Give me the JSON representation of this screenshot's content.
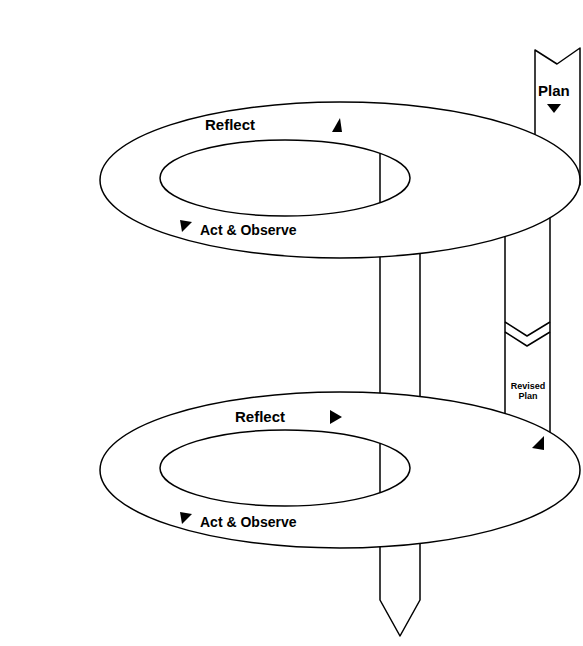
{
  "diagram": {
    "labels": [
      "Plan",
      "Reflect",
      "Act & Observe",
      "Reflect",
      "Revised Plan",
      "Act & Observe"
    ]
  }
}
